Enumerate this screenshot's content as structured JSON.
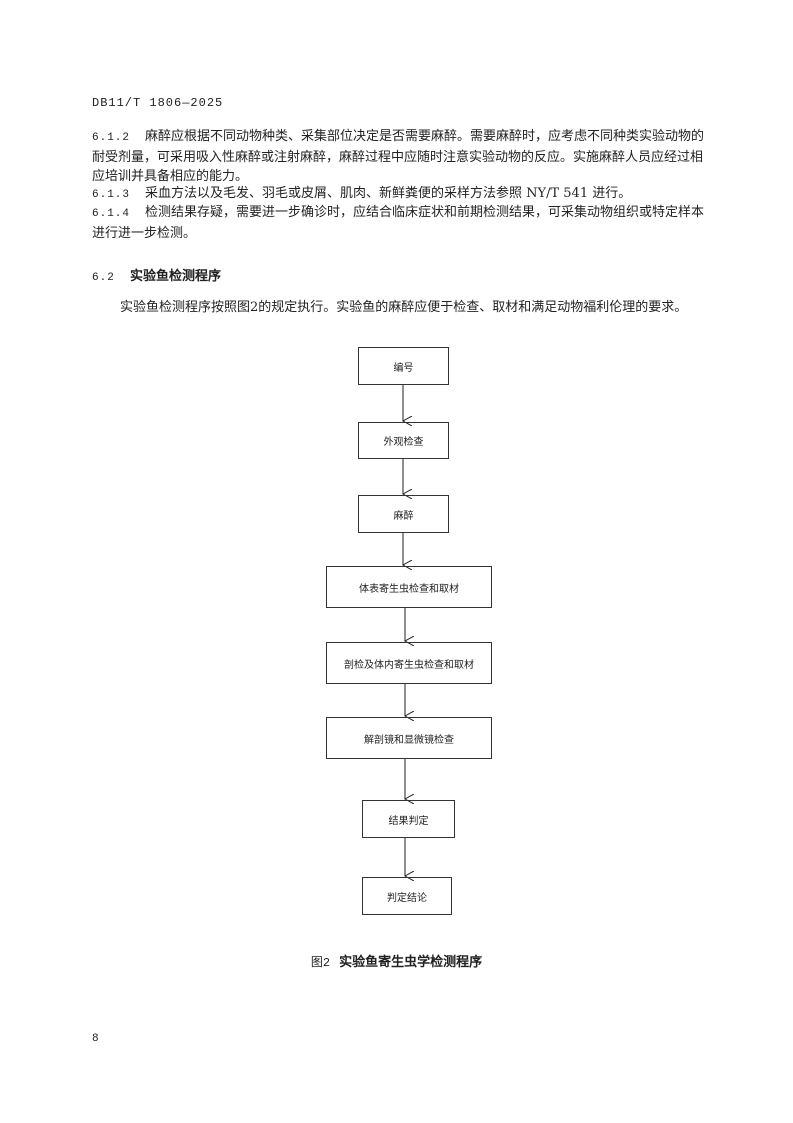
{
  "header": "DB11/T 1806—2025",
  "paragraphs": [
    {
      "num": "6.1.2",
      "text": "麻醉应根据不同动物种类、采集部位决定是否需要麻醉。需要麻醉时，应考虑不同种类实验动物的耐受剂量，可采用吸入性麻醉或注射麻醉，麻醉过程中应随时注意实验动物的反应。实施麻醉人员应经过相应培训并具备相应的能力。"
    },
    {
      "num": "6.1.3",
      "text": "采血方法以及毛发、羽毛或皮屑、肌肉、新鲜粪便的采样方法参照 NY/T 541 进行。"
    },
    {
      "num": "6.1.4",
      "text": "检测结果存疑，需要进一步确诊时，应结合临床症状和前期检测结果，可采集动物组织或特定样本进行进一步检测。"
    }
  ],
  "section": {
    "num": "6.2",
    "title": "实验鱼检测程序"
  },
  "intro": "实验鱼检测程序按照图2的规定执行。实验鱼的麻醉应便于检查、取材和满足动物福利伦理的要求。",
  "flow": [
    "编号",
    "外观检查",
    "麻醉",
    "体表寄生虫检查和取材",
    "剖检及体内寄生虫检查和取材",
    "解剖镜和显微镜检查",
    "结果判定",
    "判定结论"
  ],
  "caption": {
    "num": "图2",
    "title": "实验鱼寄生虫学检测程序"
  },
  "page_number": "8"
}
